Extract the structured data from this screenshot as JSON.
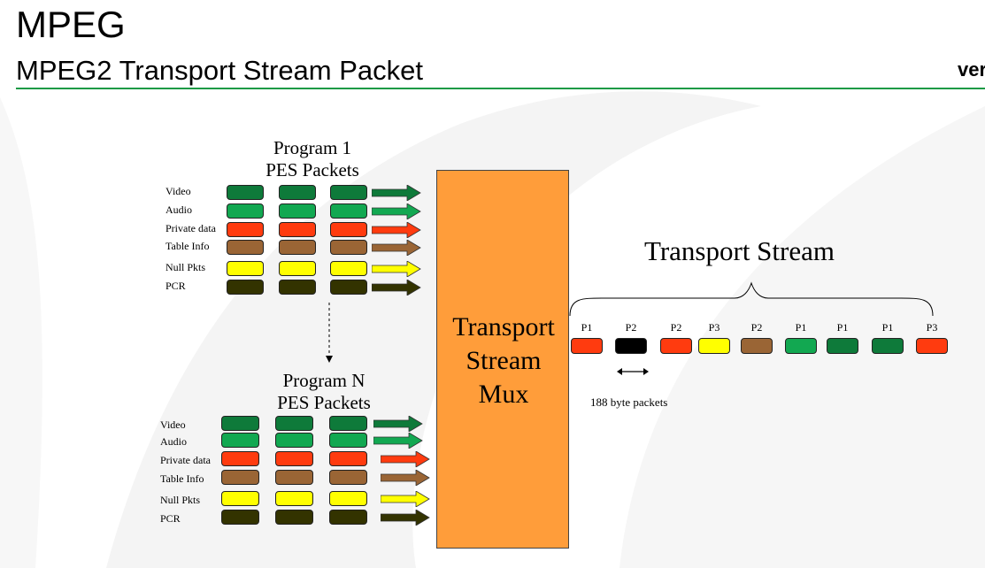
{
  "slide": {
    "title": "MPEG",
    "subtitle": "MPEG2 Transport Stream Packet",
    "logo_text": "ver"
  },
  "colors": {
    "accent_rule": "#1a9a45",
    "mux_fill": "#ff9d3a"
  },
  "program1": {
    "header_line1": "Program 1",
    "header_line2": "PES Packets",
    "rows": [
      {
        "label": "Video",
        "color": "#0e7a3a"
      },
      {
        "label": "Audio",
        "color": "#12a851"
      },
      {
        "label": "Private data",
        "color": "#ff3b0f"
      },
      {
        "label": "Table Info",
        "color": "#9a6535"
      },
      {
        "label": "Null Pkts",
        "color": "#ffff00"
      },
      {
        "label": "PCR",
        "color": "#333300"
      }
    ]
  },
  "programN": {
    "header_line1": "Program N",
    "header_line2": "PES Packets",
    "rows": [
      {
        "label": "Video",
        "color": "#0e7a3a"
      },
      {
        "label": "Audio",
        "color": "#12a851"
      },
      {
        "label": "Private data",
        "color": "#ff3b0f"
      },
      {
        "label": "Table Info",
        "color": "#9a6535"
      },
      {
        "label": "Null Pkts",
        "color": "#ffff00"
      },
      {
        "label": "PCR",
        "color": "#333300"
      }
    ]
  },
  "mux": {
    "line1": "Transport",
    "line2": "Stream",
    "line3": "Mux"
  },
  "transport_stream": {
    "title": "Transport Stream",
    "packets": [
      {
        "label": "P1",
        "color": "#ff3b0f"
      },
      {
        "label": "P2",
        "color": "#000000"
      },
      {
        "label": "P2",
        "color": "#ff3b0f"
      },
      {
        "label": "P3",
        "color": "#ffff00"
      },
      {
        "label": "P2",
        "color": "#9a6535"
      },
      {
        "label": "P1",
        "color": "#12a851"
      },
      {
        "label": "P1",
        "color": "#0e7a3a"
      },
      {
        "label": "P1",
        "color": "#0e7a3a"
      },
      {
        "label": "P3",
        "color": "#ff3b0f"
      }
    ],
    "packet_size_label": "188 byte packets"
  }
}
